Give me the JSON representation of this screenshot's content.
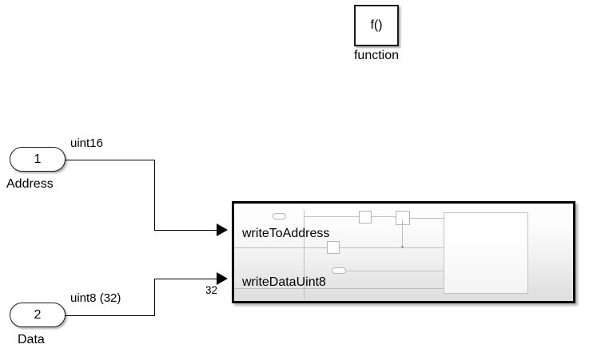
{
  "diagram": {
    "type": "simulink-block-diagram",
    "background_color": "#ffffff",
    "line_color": "#000000"
  },
  "function_block": {
    "name": "function-block",
    "glyph": "f()",
    "caption": "function",
    "border_color": "#1a1a1a",
    "fill_color": "#ffffff"
  },
  "inports": [
    {
      "number": "1",
      "caption": "Address",
      "signal_label": "uint16"
    },
    {
      "number": "2",
      "caption": "Data",
      "signal_label": "uint8 (32)"
    }
  ],
  "subsystem": {
    "name": "subsystem-block",
    "border_color": "#000000",
    "ports": [
      {
        "label": "writeToAddress",
        "width_annotation": ""
      },
      {
        "label": "writeDataUint8",
        "width_annotation": "32"
      }
    ]
  }
}
